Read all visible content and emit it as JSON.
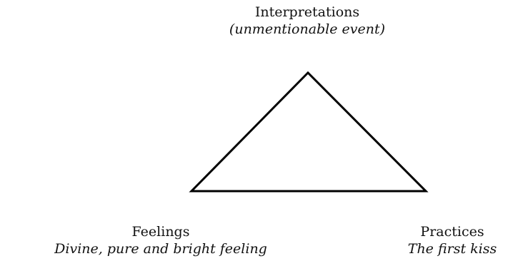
{
  "diagram": {
    "top": {
      "title": "Interpretations",
      "subtitle": "(unmentionable event)"
    },
    "bottom_left": {
      "title": "Feelings",
      "subtitle": "Divine, pure and bright feeling"
    },
    "bottom_right": {
      "title": "Practices",
      "subtitle": "The first kiss"
    },
    "stroke_color": "#000000"
  }
}
